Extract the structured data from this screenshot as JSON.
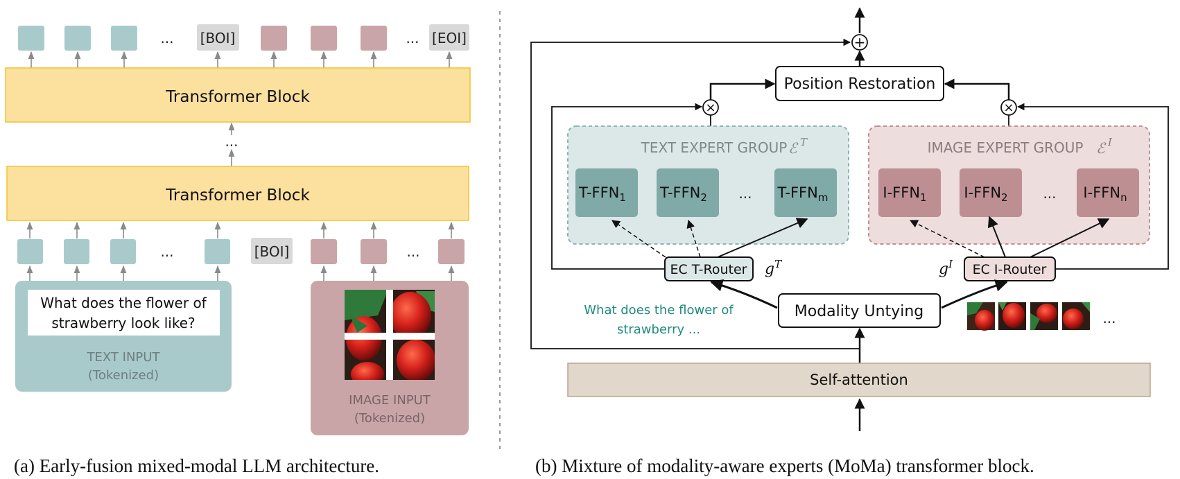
{
  "left": {
    "top_tokens": {
      "boi": "[BOI]",
      "eoi": "[EOI]",
      "ellipsis_1": "...",
      "ellipsis_2": "..."
    },
    "transformer_top": "Transformer Block",
    "transformer_bottom": "Transformer Block",
    "middle_ellipsis": "...",
    "bottom_tokens": {
      "boi": "[BOI]",
      "ellipsis_1": "...",
      "ellipsis_2": "..."
    },
    "text_input": {
      "question_line1": "What does the flower of",
      "question_line2": "strawberry look like?",
      "label_line1": "TEXT INPUT",
      "label_line2": "(Tokenized)"
    },
    "image_input": {
      "label_line1": "IMAGE INPUT",
      "label_line2": "(Tokenized)"
    },
    "caption": "(a) Early-fusion mixed-modal LLM architecture."
  },
  "right": {
    "position_restoration": "Position Restoration",
    "text_group": {
      "title": "TEXT EXPERT GROUP",
      "symbol": "ℰ",
      "symbol_sup": "T",
      "experts": [
        {
          "base": "T-FFN",
          "sub": "1"
        },
        {
          "base": "T-FFN",
          "sub": "2"
        },
        {
          "base": "T-FFN",
          "sub": "m"
        }
      ],
      "ellipsis": "..."
    },
    "image_group": {
      "title": "IMAGE EXPERT GROUP",
      "symbol": "ℰ",
      "symbol_sup": "I",
      "experts": [
        {
          "base": "I-FFN",
          "sub": "1"
        },
        {
          "base": "I-FFN",
          "sub": "2"
        },
        {
          "base": "I-FFN",
          "sub": "n"
        }
      ],
      "ellipsis": "..."
    },
    "t_router": "EC T-Router",
    "i_router": "EC I-Router",
    "gate_t": {
      "base": "g",
      "sup": "T"
    },
    "gate_i": {
      "base": "g",
      "sup": "I"
    },
    "modality_untying": "Modality Untying",
    "text_snippet_line1": "What does the flower of",
    "text_snippet_line2": "strawberry ...",
    "image_patches_ellipsis": "...",
    "self_attention": "Self-attention",
    "plus_symbol": "+",
    "times_symbol": "×",
    "caption": "(b) Mixture of modality-aware experts (MoMa) transformer block."
  },
  "colors": {
    "text_token": "#A9CACB",
    "image_token": "#C9A5A8",
    "transformer_fill": "#FCE09E",
    "transformer_border": "#F2C232",
    "text_group_fill": "#DCE8E8",
    "image_group_fill": "#EEDDDD",
    "t_ffn": "#7FAAA8",
    "i_ffn": "#BE8F92",
    "self_attention_fill": "#E1D7CB",
    "teal_text": "#1F8A7E"
  }
}
